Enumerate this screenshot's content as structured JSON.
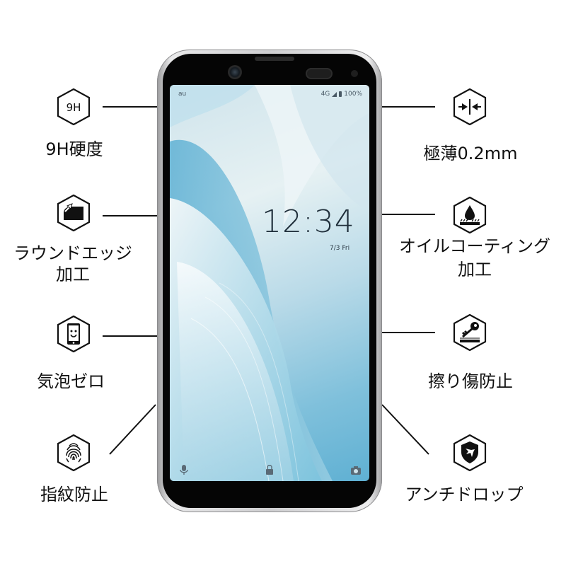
{
  "phone_screen": {
    "carrier": "au",
    "network": "4G",
    "battery": "100%",
    "time": "12:34",
    "date": "7/3 Fri"
  },
  "features": [
    {
      "id": "hardness",
      "icon": "9h-hardness-icon",
      "icon_text": "9H",
      "label_line1": "9H硬度",
      "label_line2": ""
    },
    {
      "id": "thin",
      "icon": "thin-arrows-icon",
      "label_line1": "極薄0.2mm",
      "label_line2": ""
    },
    {
      "id": "round-edge",
      "icon": "round-edge-icon",
      "label_line1": "ラウンドエッジ",
      "label_line2": "加工"
    },
    {
      "id": "oil-coating",
      "icon": "oil-drop-icon",
      "label_line1": "オイルコーティング",
      "label_line2": "加工"
    },
    {
      "id": "bubble-free",
      "icon": "smiley-phone-icon",
      "label_line1": "気泡ゼロ",
      "label_line2": ""
    },
    {
      "id": "scratch",
      "icon": "key-scratch-icon",
      "label_line1": "擦り傷防止",
      "label_line2": ""
    },
    {
      "id": "fingerprint",
      "icon": "fingerprint-icon",
      "label_line1": "指紋防止",
      "label_line2": ""
    },
    {
      "id": "drop",
      "icon": "shield-drop-icon",
      "label_line1": "アンチドロップ",
      "label_line2": ""
    }
  ]
}
